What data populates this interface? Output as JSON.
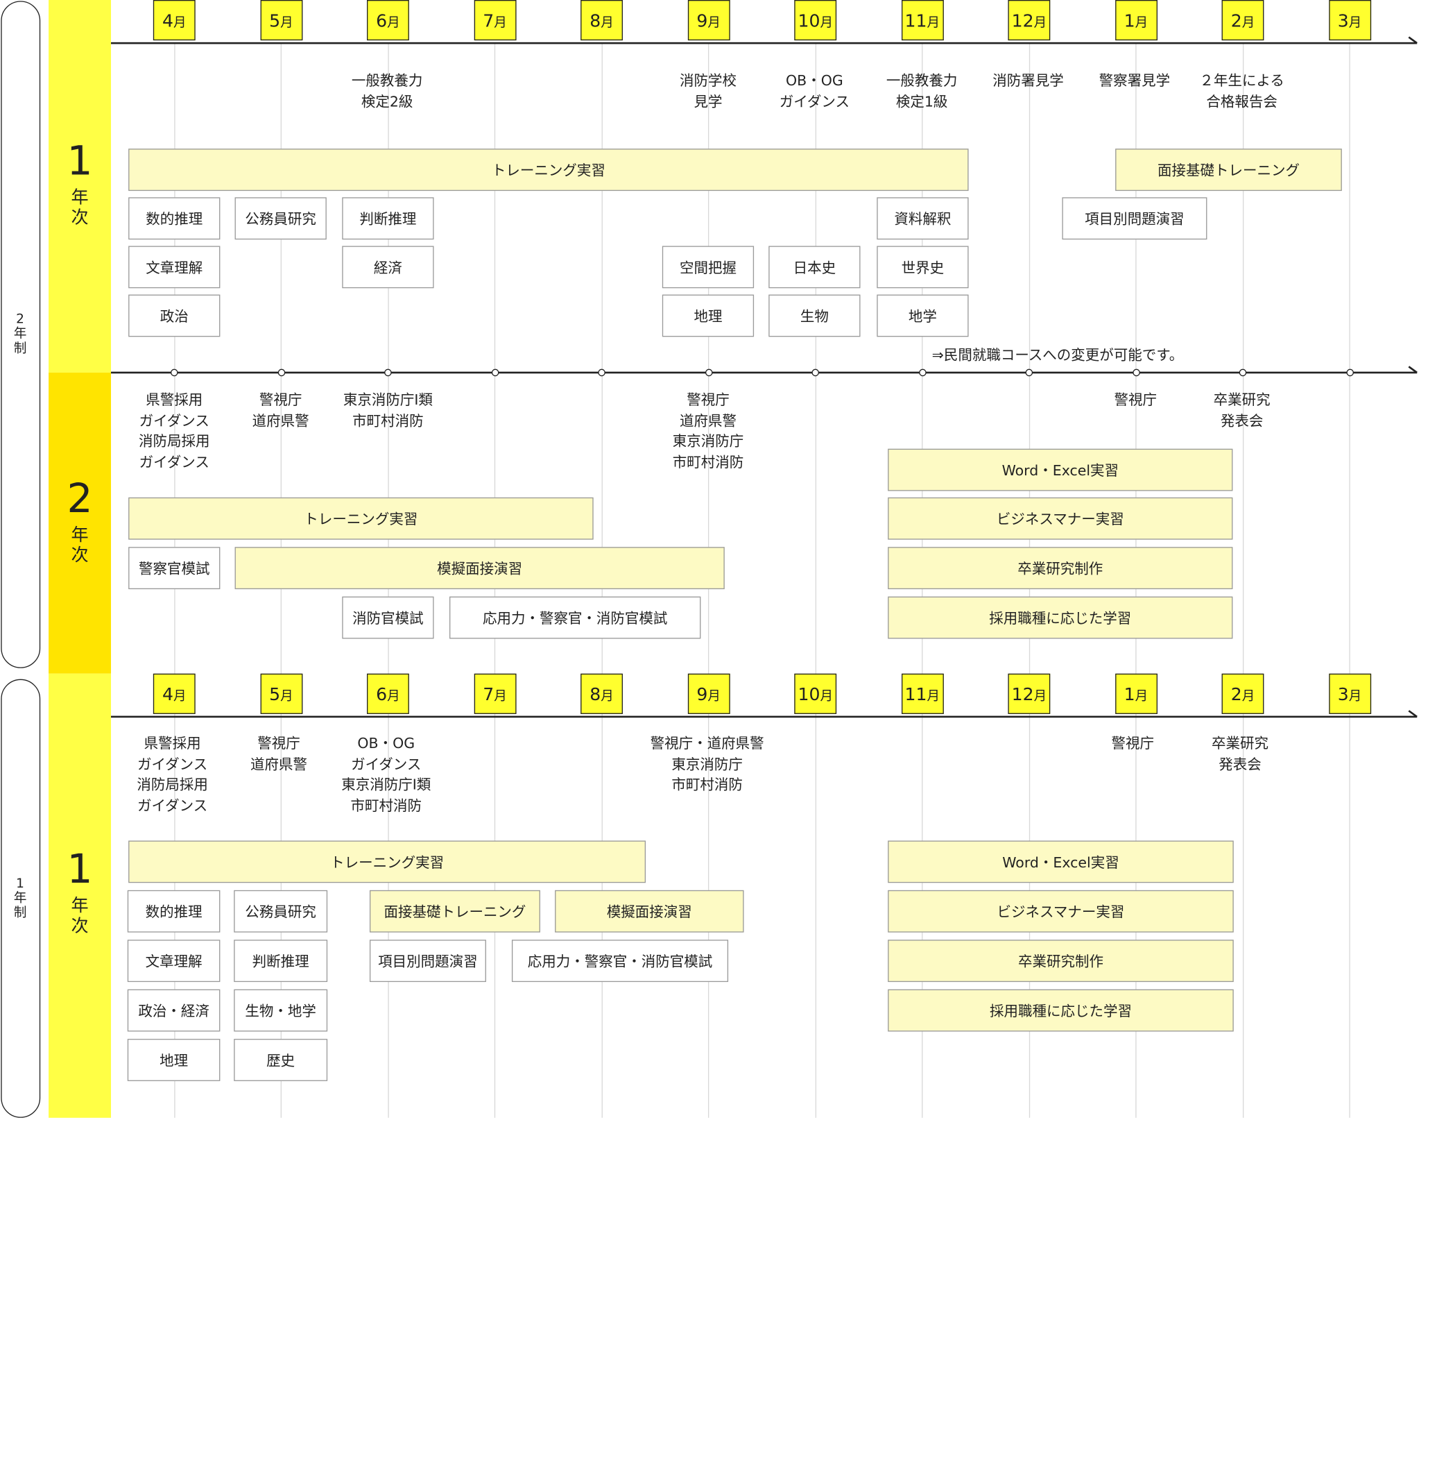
{
  "sidebar": {
    "two_year": "2年制",
    "one_year": "1年制"
  },
  "bands": {
    "first_year_num": "1",
    "second_year_num": "2",
    "nenji": "年次"
  },
  "months": [
    "4月",
    "5月",
    "6月",
    "7月",
    "8月",
    "9月",
    "10月",
    "11月",
    "12月",
    "1月",
    "2月",
    "3月"
  ],
  "section_a": {
    "events": [
      "一般教養力\n検定2級",
      "消防学校\n見学",
      "OB・OG\nガイダンス",
      "一般教養力\n検定1級",
      "消防署見学",
      "警察署見学",
      "２年生による\n合格報告会"
    ],
    "boxes": [
      "トレーニング実習",
      "面接基礎トレーニング",
      "数的推理",
      "公務員研究",
      "判断推理",
      "資料解釈",
      "項目別問題演習",
      "文章理解",
      "経済",
      "空間把握",
      "日本史",
      "世界史",
      "政治",
      "地理",
      "生物",
      "地学"
    ],
    "note": "⇒民間就職コースへの変更が可能です。"
  },
  "section_b": {
    "events": [
      "県警採用\nガイダンス\n消防局採用\nガイダンス",
      "警視庁\n道府県警",
      "東京消防庁Ⅰ類\n市町村消防",
      "警視庁\n道府県警\n東京消防庁\n市町村消防",
      "警視庁",
      "卒業研究\n発表会"
    ],
    "boxes": [
      "Word・Excel実習",
      "トレーニング実習",
      "ビジネスマナー実習",
      "警察官模試",
      "模擬面接演習",
      "卒業研究制作",
      "消防官模試",
      "応用力・警察官・消防官模試",
      "採用職種に応じた学習"
    ]
  },
  "section_c": {
    "events": [
      "県警採用\nガイダンス\n消防局採用\nガイダンス",
      "警視庁\n道府県警",
      "OB・OG\nガイダンス\n東京消防庁Ⅰ類\n市町村消防",
      "警視庁・道府県警\n東京消防庁\n市町村消防",
      "警視庁",
      "卒業研究\n発表会"
    ],
    "boxes": [
      "トレーニング実習",
      "Word・Excel実習",
      "数的推理",
      "公務員研究",
      "面接基礎トレーニング",
      "模擬面接演習",
      "ビジネスマナー実習",
      "文章理解",
      "判断推理",
      "項目別問題演習",
      "応用力・警察官・消防官模試",
      "卒業研究制作",
      "政治・経済",
      "生物・地学",
      "採用職種に応じた学習",
      "地理",
      "歴史"
    ]
  },
  "colors": {
    "band_light": "#ffff45",
    "band_dark": "#ffe400",
    "month_fill": "#ffff2e",
    "box_fill": "#fdfac4"
  }
}
